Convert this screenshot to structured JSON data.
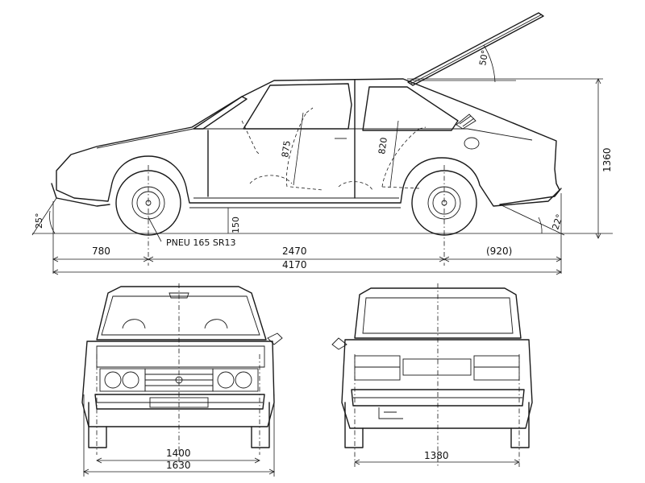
{
  "side_view": {
    "overall_length": "4170",
    "wheelbase": "2470",
    "front_overhang": "780",
    "rear_overhang": "(920)",
    "height": "1360",
    "ground_clearance": "150",
    "approach_angle": "25°",
    "departure_angle": "22°",
    "hatch_angle": "50°",
    "front_seat_dim": "875",
    "rear_seat_dim": "820",
    "tyre": "PNEU 165 SR13"
  },
  "front_view": {
    "track": "1400",
    "width": "1630"
  },
  "rear_view": {
    "track": "1380"
  }
}
